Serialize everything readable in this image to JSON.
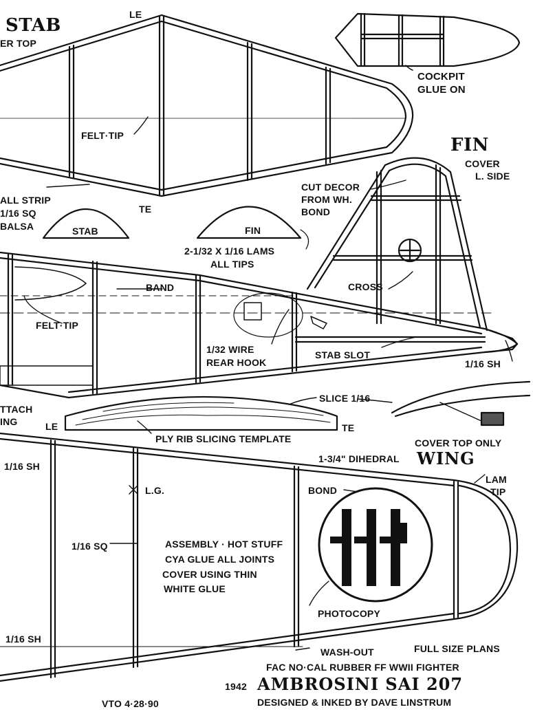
{
  "stab": {
    "title": "STAB",
    "subtitle": "ER TOP",
    "le": "LE",
    "te": "TE",
    "felt_tip": "FELT·TIP",
    "template_label": "STAB"
  },
  "cockpit": {
    "line1": "COCKPIT",
    "line2": "GLUE ON"
  },
  "fin": {
    "title": "FIN",
    "cover1": "COVER",
    "cover2": "L. SIDE",
    "template_label": "FIN",
    "lams1": "2-1/32 X 1/16 LAMS",
    "lams2": "ALL TIPS",
    "cut1": "CUT DECOR",
    "cut2": "FROM WH.",
    "cut3": "BOND",
    "cross": "CROSS"
  },
  "fuselage": {
    "strip1": "ALL STRIP",
    "strip2": "1/16 SQ",
    "strip3": "BALSA",
    "band": "BAND",
    "felt_tip": "FELT·TIP",
    "wire1": "1/32 WIRE",
    "wire2": "REAR HOOK",
    "stab_slot": "STAB SLOT",
    "sh": "1/16 SH",
    "attach1": "TTACH",
    "attach2": "ING"
  },
  "template": {
    "slice": "SLICE 1/16",
    "le": "LE",
    "te": "TE",
    "label": "PLY RIB SLICING TEMPLATE"
  },
  "wing": {
    "cover": "COVER TOP ONLY",
    "title": "WING",
    "dihedral": "1-3/4\" DIHEDRAL",
    "sh_top": "1/16 SH",
    "lg": "L.G.",
    "bond": "BOND",
    "lam1": "LAM",
    "lam2": "TIP",
    "sq": "1/16 SQ",
    "asm1": "ASSEMBLY · HOT STUFF",
    "asm2": "CYA GLUE ALL JOINTS",
    "asm3": "COVER USING THIN",
    "asm4": "WHITE GLUE",
    "photocopy": "PHOTOCOPY",
    "sh_bottom": "1/16 SH",
    "washout": "WASH-OUT"
  },
  "footer": {
    "full_size": "FULL SIZE PLANS",
    "fac": "FAC NO·CAL RUBBER FF  WWII FIGHTER",
    "year": "1942",
    "name": "AMBROSINI SAI 207",
    "designed": "DESIGNED & INKED BY DAVE LINSTRUM",
    "vto": "VTO 4·28·90"
  }
}
